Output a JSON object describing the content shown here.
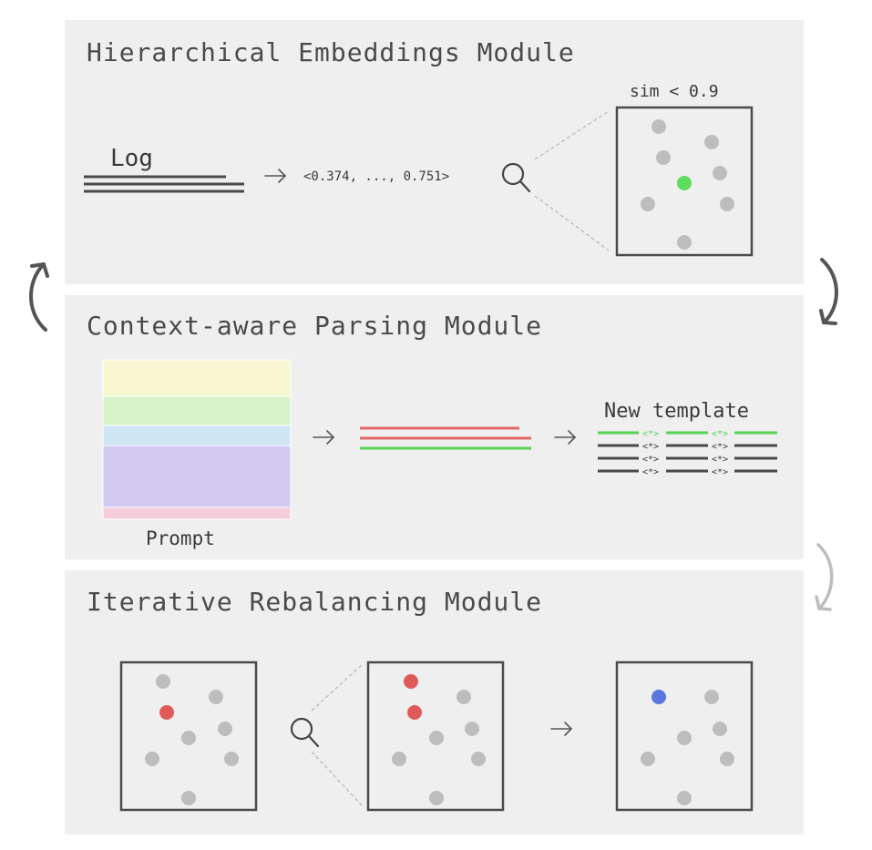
{
  "modules": {
    "embeddings": {
      "title": "Hierarchical Embeddings Module"
    },
    "parsing": {
      "title": "Context-aware Parsing Module"
    },
    "rebalancing": {
      "title": "Iterative Rebalancing Module"
    }
  },
  "embeddings": {
    "log_label": "Log",
    "vector_text": "<0.374, ..., 0.751>",
    "sim_label": "sim < 0.9"
  },
  "parsing": {
    "prompt_label": "Prompt",
    "template_label": "New template",
    "placeholder": "<*>",
    "prompt_colors": [
      "#f7f8d2",
      "#d7f3cc",
      "#cfe5f3",
      "#d3cbf2",
      "#f6cdda"
    ]
  },
  "colors": {
    "panel": "#efefef",
    "dot_gray": "#bdbdbd",
    "dot_green": "#5fdc5f",
    "dot_red": "#e05a5a",
    "dot_blue": "#5878e0",
    "line_red": "#e06a6a",
    "line_green": "#56d256",
    "line_dark": "#4a4a4a",
    "cycle_arrow_dark": "#555555",
    "cycle_arrow_light": "#bdbdbd"
  },
  "icons": [
    "search-icon",
    "arrow-right-icon",
    "cycle-arrow-icon"
  ]
}
